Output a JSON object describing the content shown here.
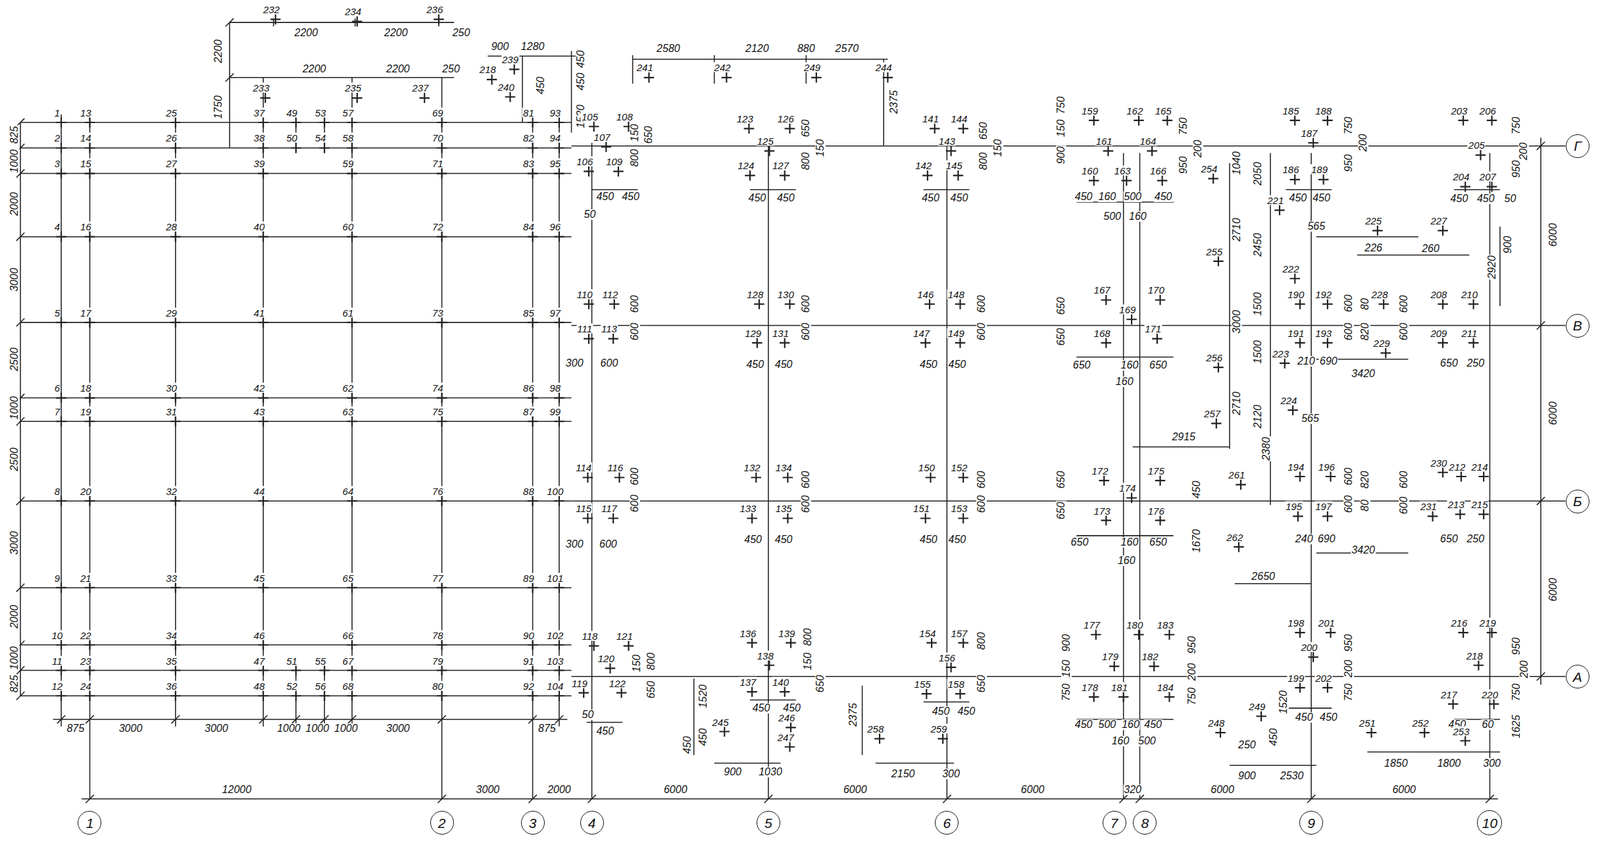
{
  "diagram": {
    "nodes": [
      {
        "text": [
          "Г"
        ]
      },
      {
        "text": [
          "В"
        ]
      },
      {
        "text": [
          "Б"
        ]
      },
      {
        "text": [
          "А"
        ]
      },
      {
        "text": [
          "1"
        ]
      },
      {
        "text": [
          "2"
        ]
      },
      {
        "text": [
          "3"
        ]
      },
      {
        "text": [
          "4"
        ]
      },
      {
        "text": [
          "5"
        ]
      },
      {
        "text": [
          "6"
        ]
      },
      {
        "text": [
          "7"
        ]
      },
      {
        "text": [
          "8"
        ]
      },
      {
        "text": [
          "9"
        ]
      },
      {
        "text": [
          "10"
        ]
      }
    ],
    "labels": [
      "1",
      "13",
      "25",
      "37",
      "49",
      "53",
      "57",
      "69",
      "81",
      "93",
      "2",
      "14",
      "26",
      "38",
      "50",
      "54",
      "58",
      "70",
      "82",
      "94",
      "3",
      "15",
      "27",
      "39",
      "59",
      "71",
      "83",
      "95",
      "4",
      "16",
      "28",
      "40",
      "60",
      "72",
      "84",
      "96",
      "5",
      "17",
      "29",
      "41",
      "61",
      "73",
      "85",
      "97",
      "6",
      "18",
      "30",
      "42",
      "62",
      "74",
      "86",
      "98",
      "7",
      "19",
      "31",
      "43",
      "63",
      "75",
      "87",
      "99",
      "8",
      "20",
      "32",
      "44",
      "64",
      "76",
      "88",
      "100",
      "9",
      "21",
      "33",
      "45",
      "65",
      "77",
      "89",
      "101",
      "10",
      "22",
      "34",
      "46",
      "66",
      "78",
      "90",
      "102",
      "11",
      "23",
      "35",
      "47",
      "51",
      "55",
      "67",
      "79",
      "91",
      "103",
      "12",
      "24",
      "36",
      "48",
      "52",
      "56",
      "68",
      "80",
      "92",
      "104",
      "825",
      "1000",
      "2000",
      "3000",
      "2500",
      "1000",
      "2500",
      "3000",
      "2000",
      "1000",
      "825",
      "875",
      "3000",
      "3000",
      "1000",
      "1000",
      "1000",
      "3000",
      "875",
      "12000",
      "3000",
      "2000",
      "6000",
      "6000",
      "6000",
      "320",
      "6000",
      "6000",
      "6000",
      "6000",
      "6000",
      "232",
      "234",
      "236",
      "2200",
      "2200",
      "250",
      "2200",
      "2200",
      "2200",
      "250",
      "233",
      "235",
      "237",
      "1750",
      "218",
      "900",
      "1280",
      "239",
      "240",
      "450",
      "450",
      "450",
      "1520",
      "105",
      "108",
      "107",
      "106",
      "109",
      "150",
      "800",
      "650",
      "450",
      "450",
      "50",
      "110",
      "112",
      "111",
      "113",
      "600",
      "600",
      "300",
      "600",
      "114",
      "116",
      "115",
      "117",
      "600",
      "600",
      "300",
      "600",
      "118",
      "121",
      "120",
      "119",
      "122",
      "800",
      "150",
      "650",
      "50",
      "450",
      "123",
      "126",
      "125",
      "650",
      "150",
      "124",
      "127",
      "800",
      "450",
      "450",
      "128",
      "130",
      "129",
      "131",
      "600",
      "600",
      "450",
      "450",
      "132",
      "134",
      "133",
      "135",
      "600",
      "600",
      "450",
      "450",
      "136",
      "139",
      "138",
      "800",
      "150",
      "137",
      "140",
      "650",
      "450",
      "450",
      "245",
      "246",
      "247",
      "1520",
      "450",
      "450",
      "900",
      "1030",
      "2375",
      "141",
      "144",
      "143",
      "650",
      "150",
      "142",
      "145",
      "800",
      "450",
      "450",
      "146",
      "148",
      "147",
      "149",
      "600",
      "600",
      "450",
      "450",
      "150",
      "152",
      "151",
      "153",
      "600",
      "600",
      "450",
      "450",
      "154",
      "157",
      "156",
      "800",
      "155",
      "158",
      "650",
      "450",
      "450",
      "2375",
      "258",
      "259",
      "2150",
      "300",
      "2580",
      "2120",
      "880",
      "2570",
      "241",
      "242",
      "249",
      "244",
      "159",
      "162",
      "165",
      "161",
      "164",
      "160",
      "163",
      "166",
      "750",
      "150",
      "900",
      "750",
      "200",
      "950",
      "450",
      "160",
      "500",
      "450",
      "500",
      "160",
      "167",
      "170",
      "169",
      "168",
      "171",
      "650",
      "650",
      "650",
      "160",
      "650",
      "160",
      "172",
      "175",
      "174",
      "173",
      "176",
      "650",
      "650",
      "650",
      "160",
      "650",
      "160",
      "177",
      "180",
      "183",
      "179",
      "182",
      "178",
      "181",
      "184",
      "900",
      "150",
      "750",
      "950",
      "200",
      "750",
      "450",
      "500",
      "160",
      "450",
      "160",
      "500",
      "2915",
      "254",
      "1040",
      "2050",
      "2710",
      "2450",
      "255",
      "3000",
      "1500",
      "256",
      "1500",
      "2710",
      "2120",
      "257",
      "2380",
      "185",
      "188",
      "187",
      "750",
      "200",
      "186",
      "189",
      "950",
      "221",
      "450",
      "450",
      "565",
      "225",
      "226",
      "227",
      "260",
      "222",
      "900",
      "2920",
      "190",
      "192",
      "191",
      "193",
      "600",
      "600",
      "223",
      "210",
      "690",
      "3420",
      "224",
      "565",
      "228",
      "229",
      "80",
      "820",
      "600",
      "600",
      "208",
      "210",
      "209",
      "211",
      "650",
      "250",
      "261",
      "262",
      "450",
      "1670",
      "2650",
      "194",
      "196",
      "195",
      "197",
      "600",
      "600",
      "240",
      "690",
      "3420",
      "230",
      "231",
      "820",
      "80",
      "600",
      "600",
      "212",
      "214",
      "213",
      "215",
      "650",
      "250",
      "198",
      "201",
      "200",
      "199",
      "202",
      "950",
      "200",
      "750",
      "450",
      "450",
      "1520",
      "248",
      "249",
      "250",
      "450",
      "900",
      "2530",
      "203",
      "206",
      "205",
      "750",
      "200",
      "950",
      "204",
      "207",
      "450",
      "450",
      "50",
      "216",
      "219",
      "218",
      "950",
      "200",
      "750",
      "217",
      "220",
      "450",
      "60",
      "1625",
      "251",
      "252",
      "253",
      "1850",
      "1800",
      "300"
    ]
  }
}
